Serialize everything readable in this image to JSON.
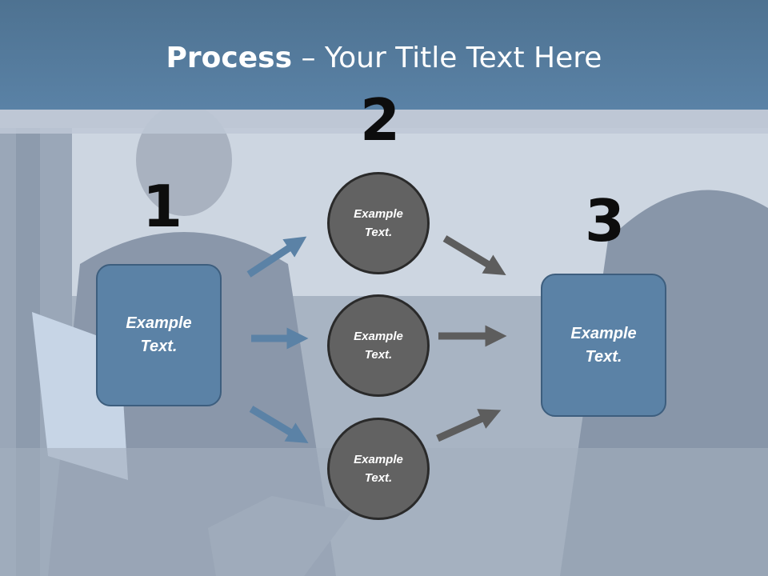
{
  "header": {
    "title_bold": "Process",
    "title_rest": " – Your Title Text Here"
  },
  "steps": {
    "n1": "1",
    "n2": "2",
    "n3": "3"
  },
  "input_box": {
    "line1": "Example",
    "line2": "Text."
  },
  "output_box": {
    "line1": "Example",
    "line2": "Text."
  },
  "circles": [
    {
      "line1": "Example",
      "line2": "Text."
    },
    {
      "line1": "Example",
      "line2": "Text."
    },
    {
      "line1": "Example",
      "line2": "Text."
    }
  ],
  "colors": {
    "header": "#5a82a6",
    "box": "#5b82a6",
    "circle": "#626262",
    "blue_arrow": "#5b82a6",
    "gray_arrow": "#5d5d5d"
  }
}
